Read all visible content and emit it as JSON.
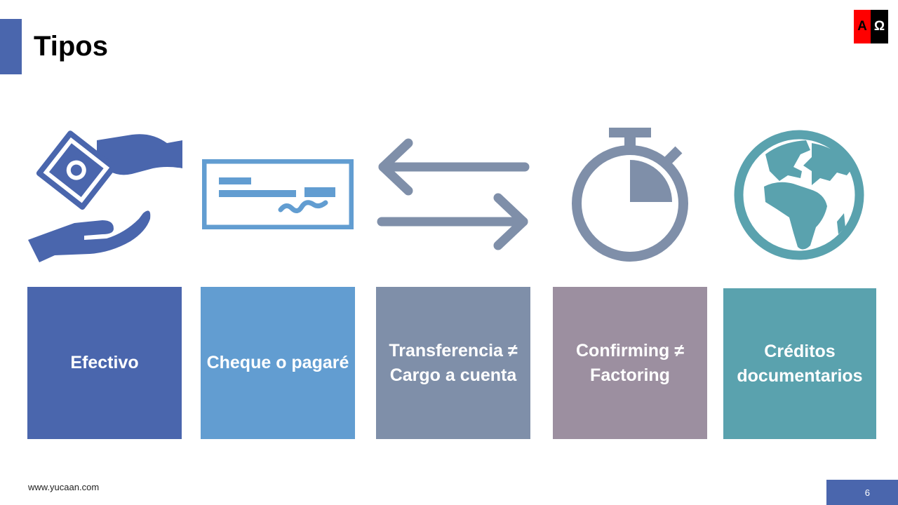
{
  "slide": {
    "title": "Tipos",
    "logo": {
      "left": "A",
      "right": "Ω"
    },
    "footer_url": "www.yucaan.com",
    "page_number": "6"
  },
  "items": [
    {
      "label": "Efectivo",
      "icon": "cash-hand-icon",
      "color": "#4a66ad"
    },
    {
      "label": "Cheque o pagaré",
      "icon": "check-icon",
      "color": "#629dd1"
    },
    {
      "label": "Transferencia ≠ Cargo a cuenta",
      "icon": "transfer-arrows-icon",
      "color": "#7f8fa9"
    },
    {
      "label": "Confirming ≠ Factoring",
      "icon": "stopwatch-icon",
      "color": "#9c8fa0"
    },
    {
      "label": "Créditos documentarios",
      "icon": "globe-icon",
      "color": "#5aa2ae"
    }
  ]
}
